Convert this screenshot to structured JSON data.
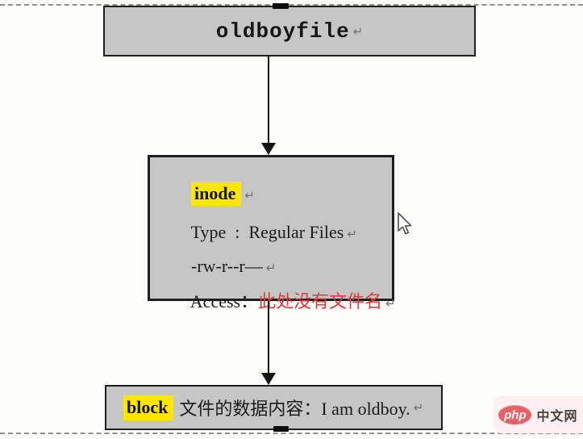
{
  "diagram": {
    "file_box": {
      "label": "oldboyfile"
    },
    "inode_box": {
      "title": "inode",
      "type_line": "Type  :  Regular Files",
      "permissions_line": "-rw-r--r—",
      "access_label": "Access：",
      "access_value": "此处没有文件名"
    },
    "block_box": {
      "title": "block",
      "content": "文件的数据内容：I am oldboy."
    },
    "return_mark": "↵"
  },
  "watermark": {
    "badge": "php",
    "site_name": "中文网"
  },
  "colors": {
    "box_fill": "#c6c6c6",
    "box_border": "#1f1f1f",
    "highlight": "#ffe604",
    "warning_text": "#e03a3a",
    "watermark_badge": "#e95f66"
  }
}
